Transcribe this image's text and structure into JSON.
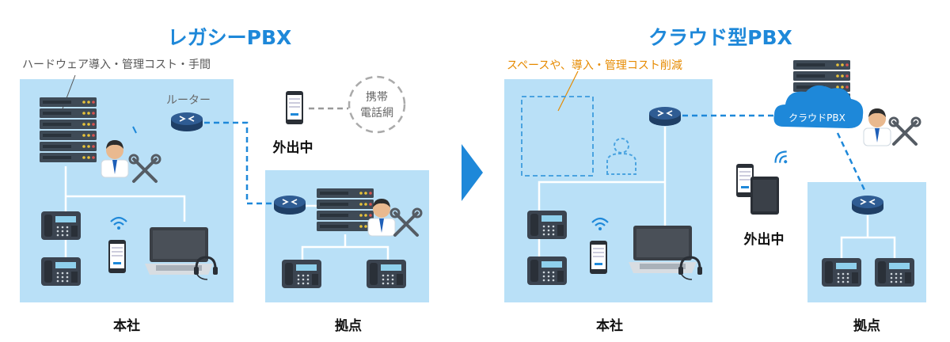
{
  "legacy": {
    "title": "レガシーPBX",
    "note": "ハードウェア導入・管理コスト・手間",
    "router_label": "ルーター",
    "mobile_network": [
      "携帯",
      "電話網"
    ],
    "outside_label": "外出中",
    "hq_label": "本社",
    "branch_label": "拠点"
  },
  "cloud": {
    "title": "クラウド型PBX",
    "note": "スペースや、導入・管理コスト削減",
    "cloud_label": "クラウドPBX",
    "outside_label": "外出中",
    "hq_label": "本社",
    "branch_label": "拠点"
  },
  "colors": {
    "title": "#1e88d9",
    "panel": "#b9e0f7",
    "dashed_link": "#1e88d9",
    "accent_note": "#e68a00",
    "arrow": "#1e88d9"
  }
}
